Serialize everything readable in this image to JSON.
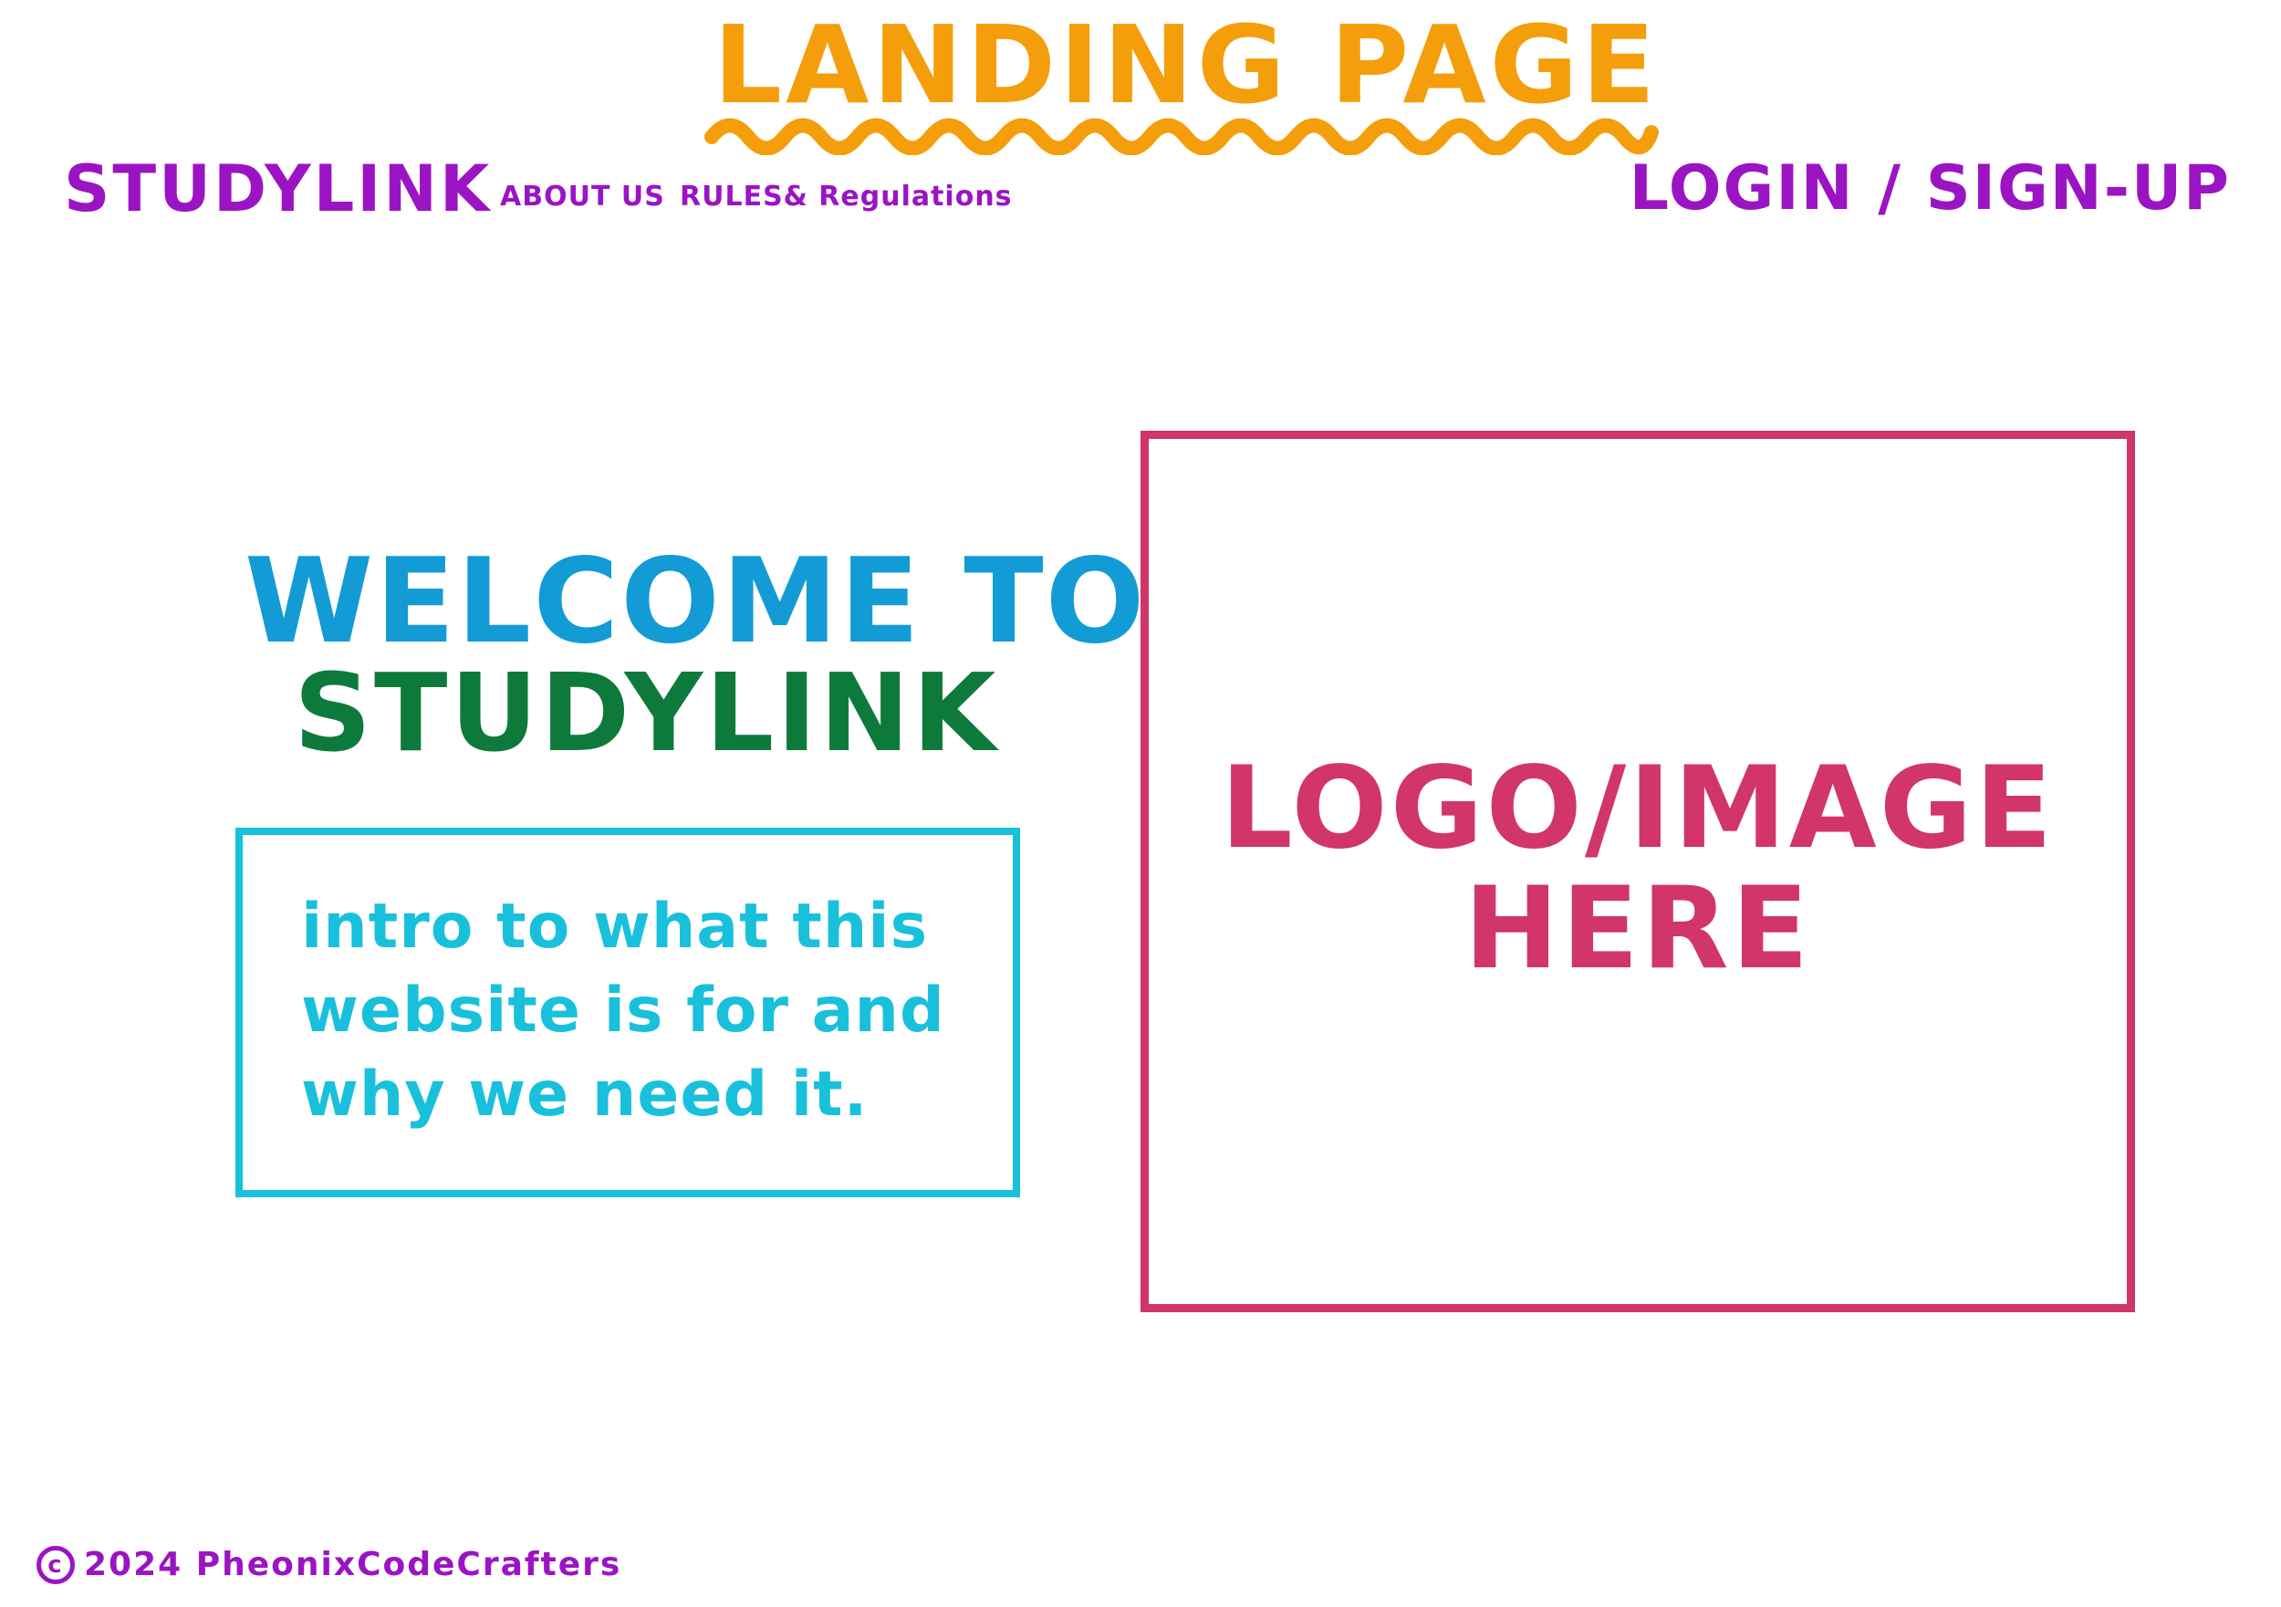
{
  "page": {
    "title": "LANDING PAGE"
  },
  "header": {
    "brand": "STUDYLINK",
    "nav": [
      {
        "label": "ABOUT US"
      },
      {
        "label": "RULES& Regulations"
      }
    ],
    "auth_label": "LOGIN / SIGN-UP"
  },
  "hero": {
    "welcome_line1": "WELCOME TO",
    "welcome_line2": "STUDYLINK",
    "intro_text": "intro to what this website is for and why we need it."
  },
  "media": {
    "placeholder_line1": "LOGO/IMAGE",
    "placeholder_line2": "HERE"
  },
  "footer": {
    "copyright_symbol": "c",
    "text": "2024 PheonixCodeCrafters"
  },
  "colors": {
    "title": "#f59e0b",
    "nav": "#9b14c4",
    "welcome": "#139bd6",
    "brand_green": "#0d7a3c",
    "intro": "#19c0dc",
    "logo_box": "#d1356b"
  }
}
